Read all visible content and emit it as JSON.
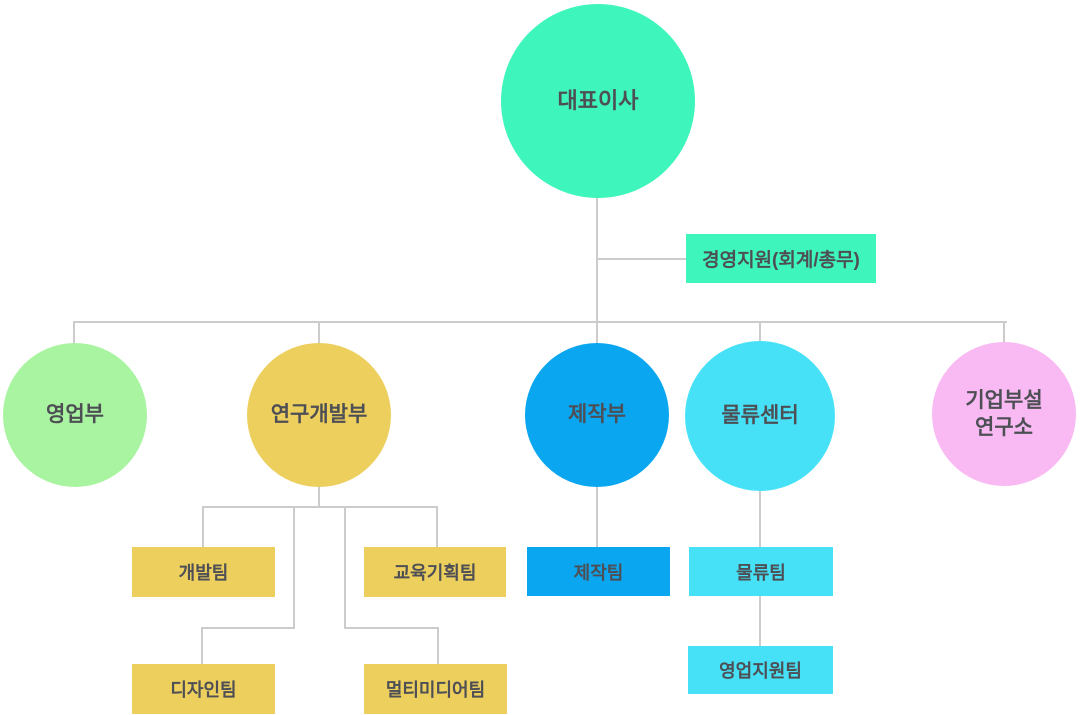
{
  "org": {
    "ceo": {
      "label": "대표이사"
    },
    "staff": {
      "label": "경영지원(회계/총무)"
    },
    "departments": [
      {
        "label": "영업부",
        "teams": []
      },
      {
        "label": "연구개발부",
        "teams": [
          {
            "label": "개발팀"
          },
          {
            "label": "교육기획팀"
          },
          {
            "label": "디자인팀"
          },
          {
            "label": "멀티미디어팀"
          }
        ]
      },
      {
        "label": "제작부",
        "teams": [
          {
            "label": "제작팀"
          }
        ]
      },
      {
        "label": "물류센터",
        "teams": [
          {
            "label": "물류팀"
          },
          {
            "label": "영업지원팀"
          }
        ]
      },
      {
        "label": "기업부설 연구소",
        "teams": []
      }
    ]
  },
  "colors": {
    "mint": "#3ef5bb",
    "light_green": "#a9f4a1",
    "yellow": "#edcf5e",
    "blue": "#0aa6f0",
    "cyan": "#47e1f7",
    "pink": "#f9b9f2",
    "line": "#cccccc",
    "text": "#4d4f55",
    "background": "#ffffff"
  }
}
